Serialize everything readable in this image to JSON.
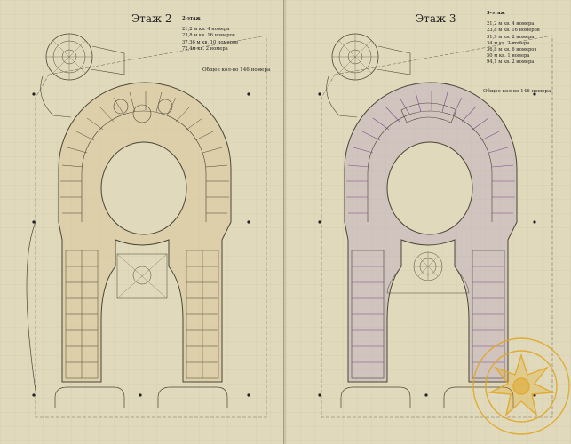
{
  "floors": [
    {
      "title": "Этаж 2",
      "legend_title": "2-этаж",
      "legend": [
        "21,2 м кв.  4 номера",
        "23,8 м кв.  16 номеров",
        "37,36 м кв. 10 номеров",
        "72,4м кв.  2 номера"
      ],
      "total": "Общее кол-во 146 номера"
    },
    {
      "title": "Этаж 3",
      "legend_title": "3-этаж",
      "legend": [
        "21,2 м кв.  4 номера",
        "23,8 м кв.  16 номеров",
        "31,9 м кв.  2 номера",
        "34 м кв.  2 номера",
        "36,8 м кв.  6 номеров",
        "50 м кв.  1 номера",
        "94,1 м кв.  2 номера"
      ],
      "total": "Общее кол-во 146 номера"
    }
  ],
  "colors": {
    "paper": "#e0d9bc",
    "line": "#4a4536",
    "room_fill_floor2": "#d8c79a",
    "room_fill_floor3": "#b59cc0",
    "stamp": "#e0a826"
  }
}
